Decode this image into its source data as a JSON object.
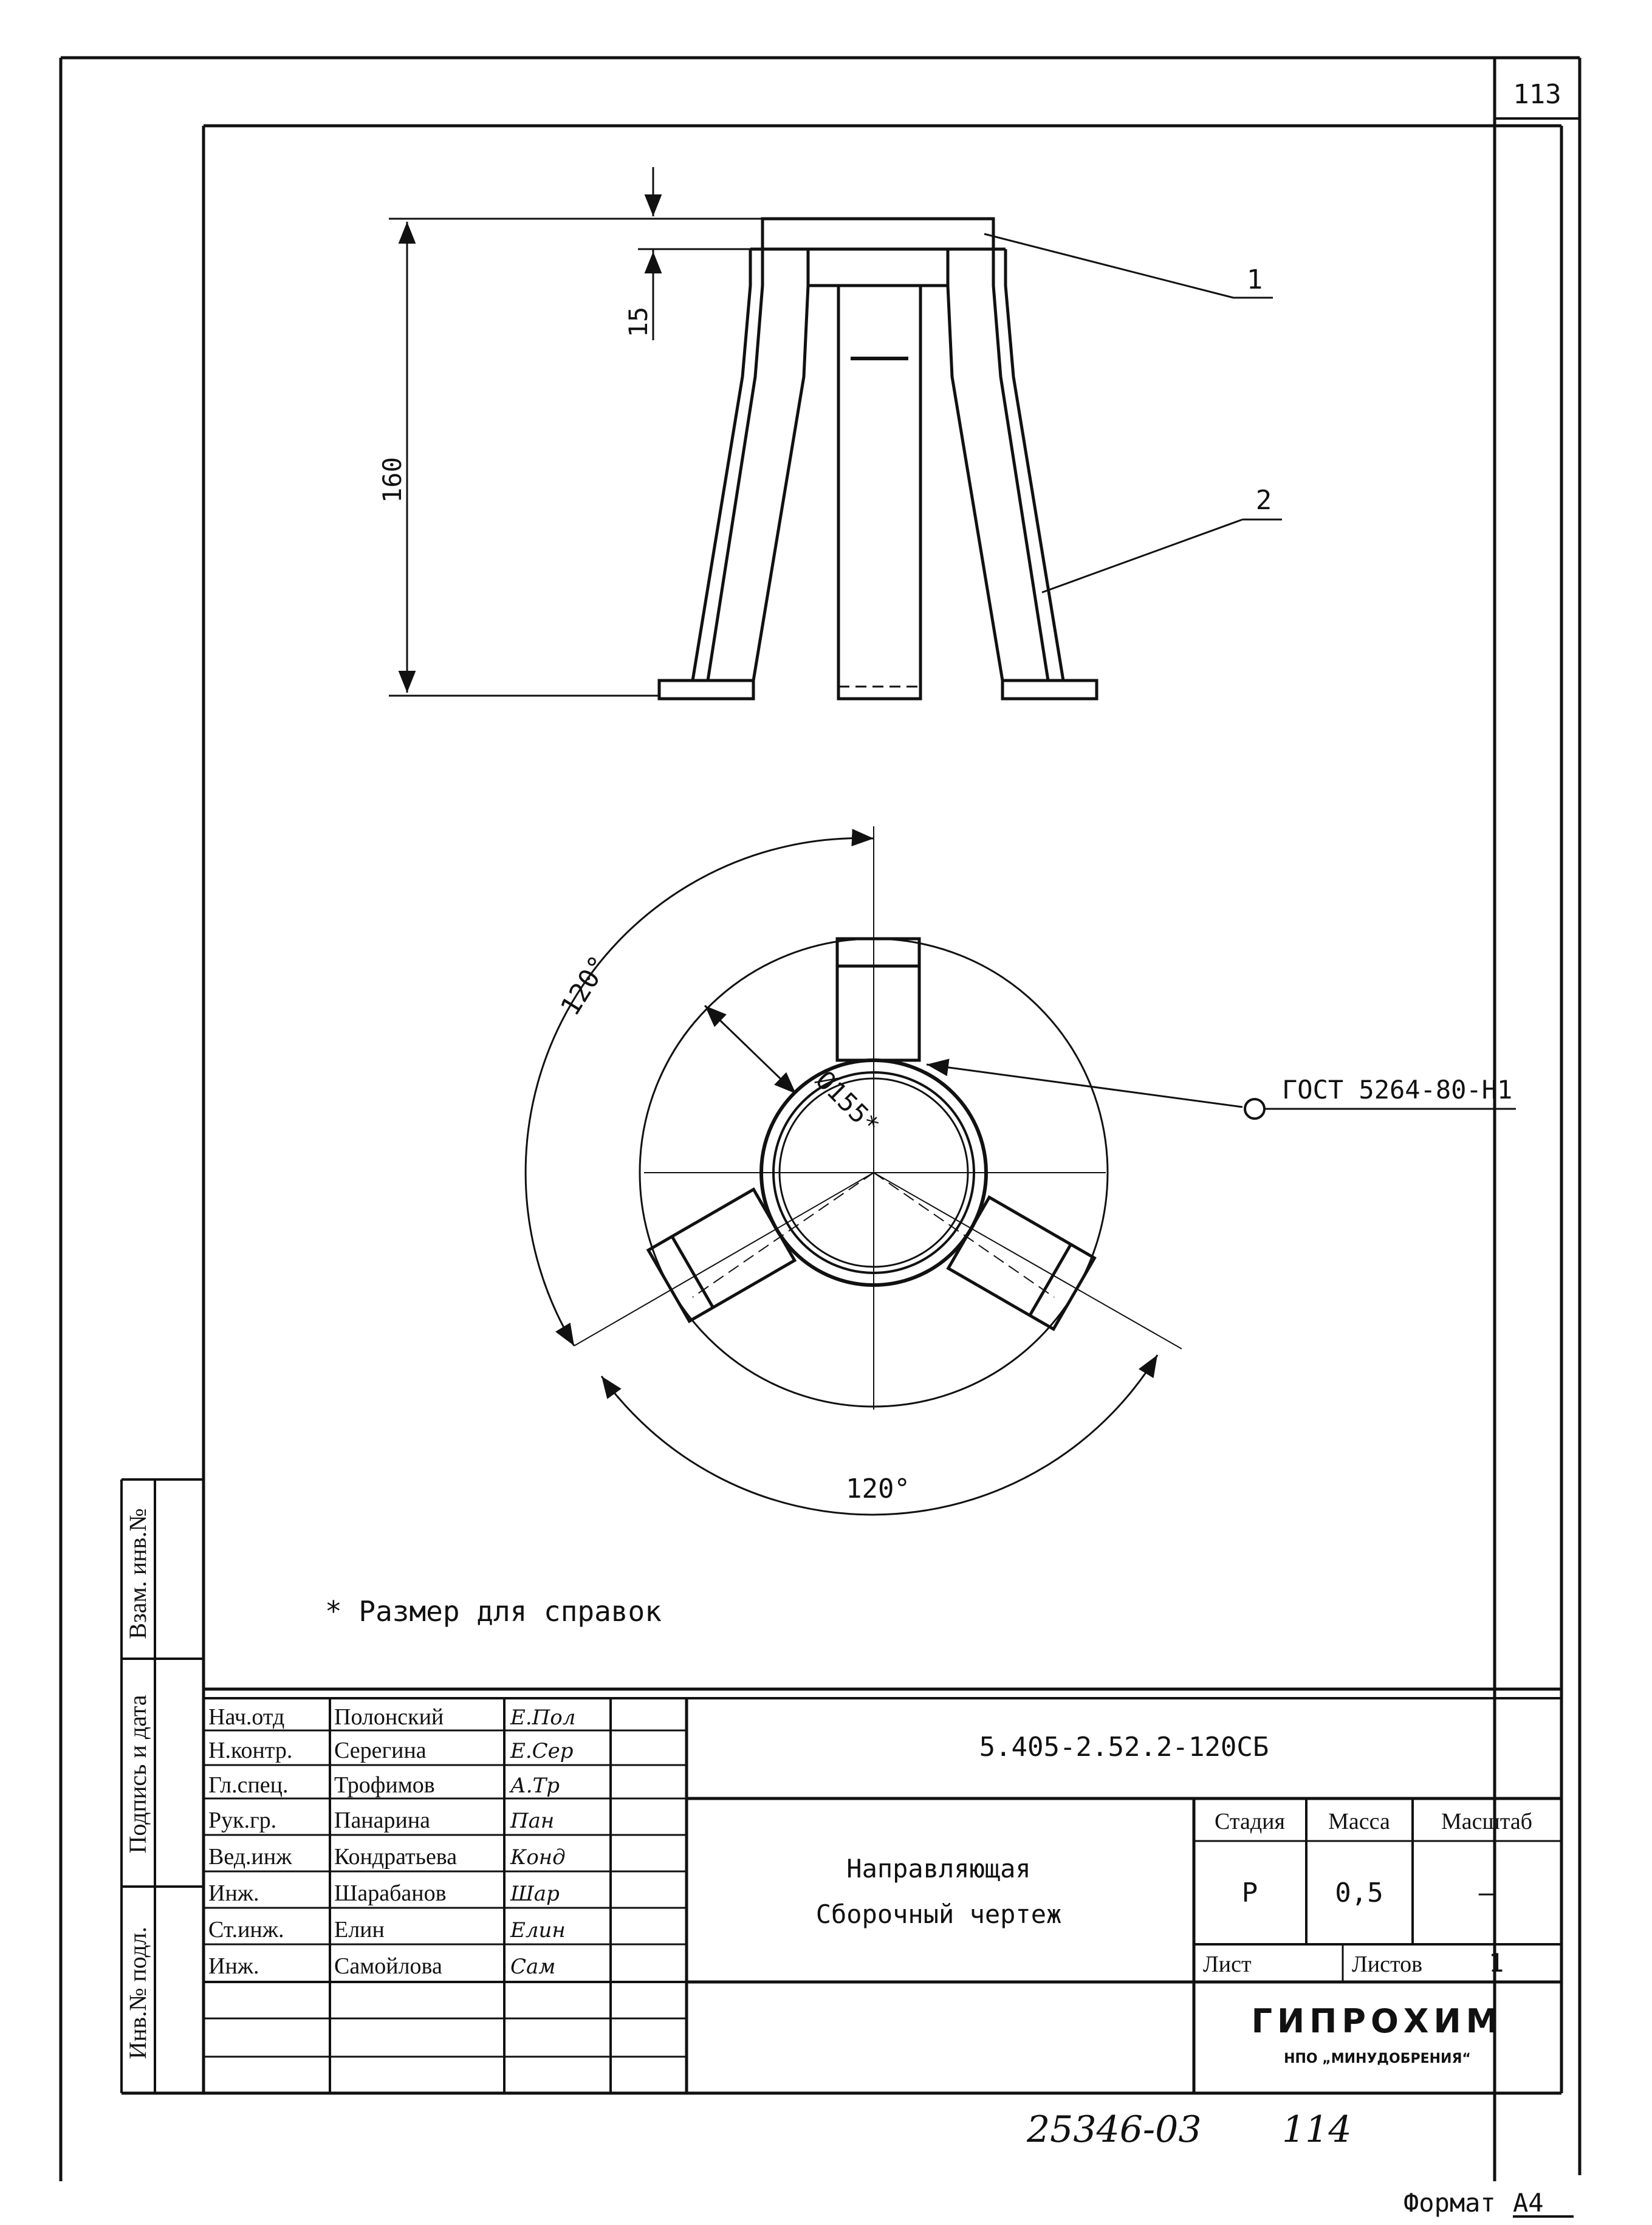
{
  "sheet": {
    "page_number": "113",
    "footer_number": "25346-03",
    "footer_page": "114",
    "format_label": "Формат",
    "format_value": "А4"
  },
  "drawing": {
    "dim_height": "160",
    "dim_top": "15",
    "callout_1": "1",
    "callout_2": "2",
    "dim_angle_top": "120°",
    "dim_angle_bottom": "120°",
    "dim_diameter": "Ø155*",
    "weld_symbol_text": "ГОСТ 5264-80-Н1",
    "note": "* Размер для справок"
  },
  "left_strip": {
    "cell_top": "Взам. инв.№",
    "cell_middle": "Подпись и дата",
    "cell_bottom": "Инв.№ подл."
  },
  "title_block": {
    "signers": [
      {
        "role": "Нач.отд",
        "name": "Полонский",
        "sign": "Е.Пол"
      },
      {
        "role": "Н.контр.",
        "name": "Серегина",
        "sign": "Е.Сер"
      },
      {
        "role": "Гл.спец.",
        "name": "Трофимов",
        "sign": "А.Тр"
      },
      {
        "role": "Рук.гр.",
        "name": "Панарина",
        "sign": "Пан"
      },
      {
        "role": "Вед.инж",
        "name": "Кондратьева",
        "sign": "Конд"
      },
      {
        "role": "Инж.",
        "name": "Шарабанов",
        "sign": "Шар"
      },
      {
        "role": "Ст.инж.",
        "name": "Елин",
        "sign": "Елин"
      },
      {
        "role": "Инж.",
        "name": "Самойлова",
        "sign": "Сам"
      }
    ],
    "doc_code": "5.405-2.52.2-120СБ",
    "title_line1": "Направляющая",
    "title_line2": "Сборочный чертеж",
    "stage_header": "Стадия",
    "mass_header": "Масса",
    "scale_header": "Масштаб",
    "stage_value": "Р",
    "mass_value": "0,5",
    "scale_value": "–",
    "sheet_label": "Лист",
    "sheets_label": "Листов",
    "sheets_value": "1",
    "org_name": "ГИПРОХИМ",
    "org_sub": "НПО „МИНУДОБРЕНИЯ“"
  }
}
